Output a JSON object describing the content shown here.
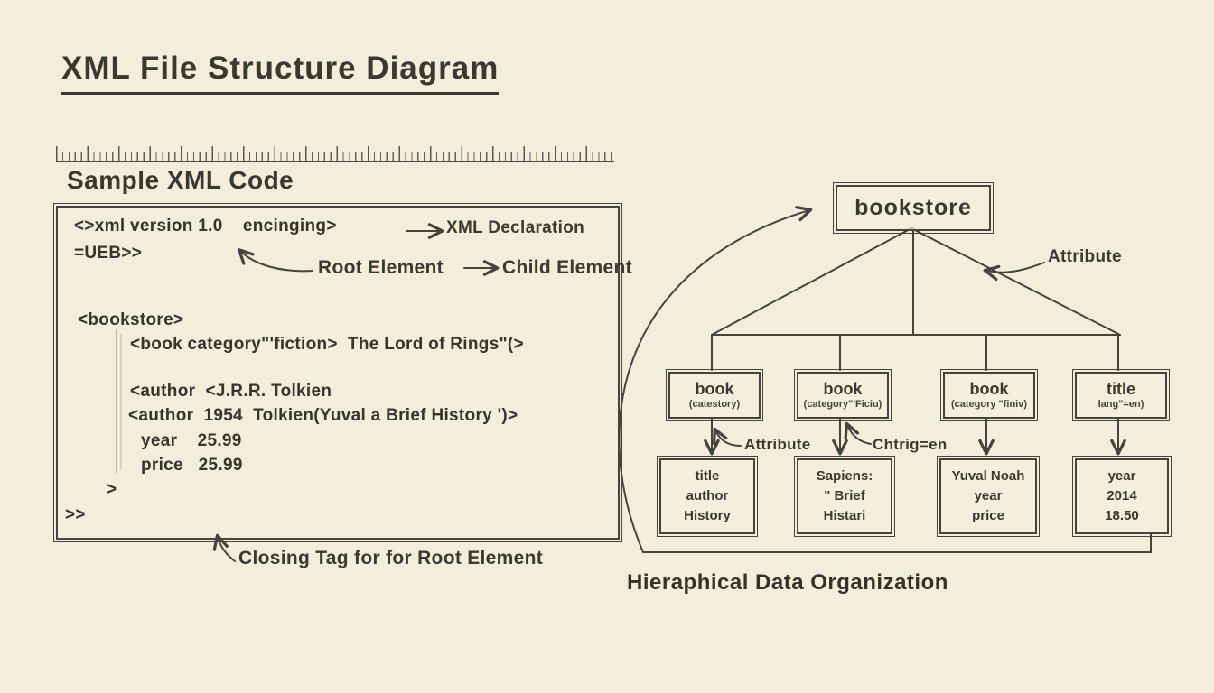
{
  "page": {
    "title": "XML File Structure Diagram"
  },
  "code": {
    "heading": "Sample XML Code",
    "lines": {
      "decl1": "<>xml version 1.0    encinging>",
      "decl2": "=UEB>>",
      "open_root": "<bookstore>",
      "book": "<book category\"'fiction>  The Lord of Rings\"(>",
      "author1": "<author  <J.R.R. Tolkien",
      "author2": "<author  1954  Tolkien(Yuval a Brief History ')>",
      "year": "year    25.99",
      "price": "price   25.99",
      "close1": ">",
      "close2": ">>"
    }
  },
  "annotations": {
    "xml_declaration": "XML Declaration",
    "root_element": "Root Element",
    "child_element": "Child Element",
    "attribute_top": "Attribute",
    "attribute_mid": "Attribute",
    "chtrig": "Chtrig=en",
    "closing_tag": "Closing Tag for for Root Element",
    "hierarchy": "Hieraphical Data Organization"
  },
  "tree": {
    "root": "bookstore",
    "children": [
      {
        "label": "book",
        "attr": "(catestory)"
      },
      {
        "label": "book",
        "attr": "(category\"'Ficiu)"
      },
      {
        "label": "book",
        "attr": "(category \"finiv)"
      },
      {
        "label": "title",
        "attr": "lang\"=en)"
      }
    ],
    "leaves": [
      {
        "l1": "title",
        "l2": "author",
        "l3": "History"
      },
      {
        "l1": "Sapiens:",
        "l2": "\" Brief",
        "l3": "Histari"
      },
      {
        "l1": "Yuval Noah",
        "l2": "year",
        "l3": "price"
      },
      {
        "l1": "year",
        "l2": "2014",
        "l3": "18.50"
      }
    ]
  }
}
